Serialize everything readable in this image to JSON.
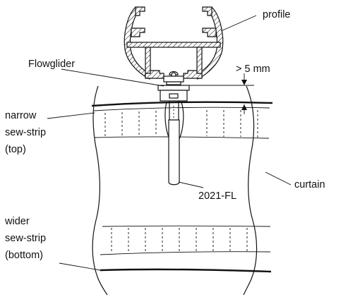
{
  "labels": {
    "profile": "profile",
    "flowglider": "Flowglider",
    "clearance": "> 5 mm",
    "narrow_line1": "narrow",
    "narrow_line2": "sew-strip",
    "narrow_line3": "(top)",
    "curtain": "curtain",
    "hook": "2021-FL",
    "wider_line1": "wider",
    "wider_line2": "sew-strip",
    "wider_line3": "(bottom)"
  },
  "colors": {
    "line": "#111111",
    "background": "#ffffff"
  }
}
